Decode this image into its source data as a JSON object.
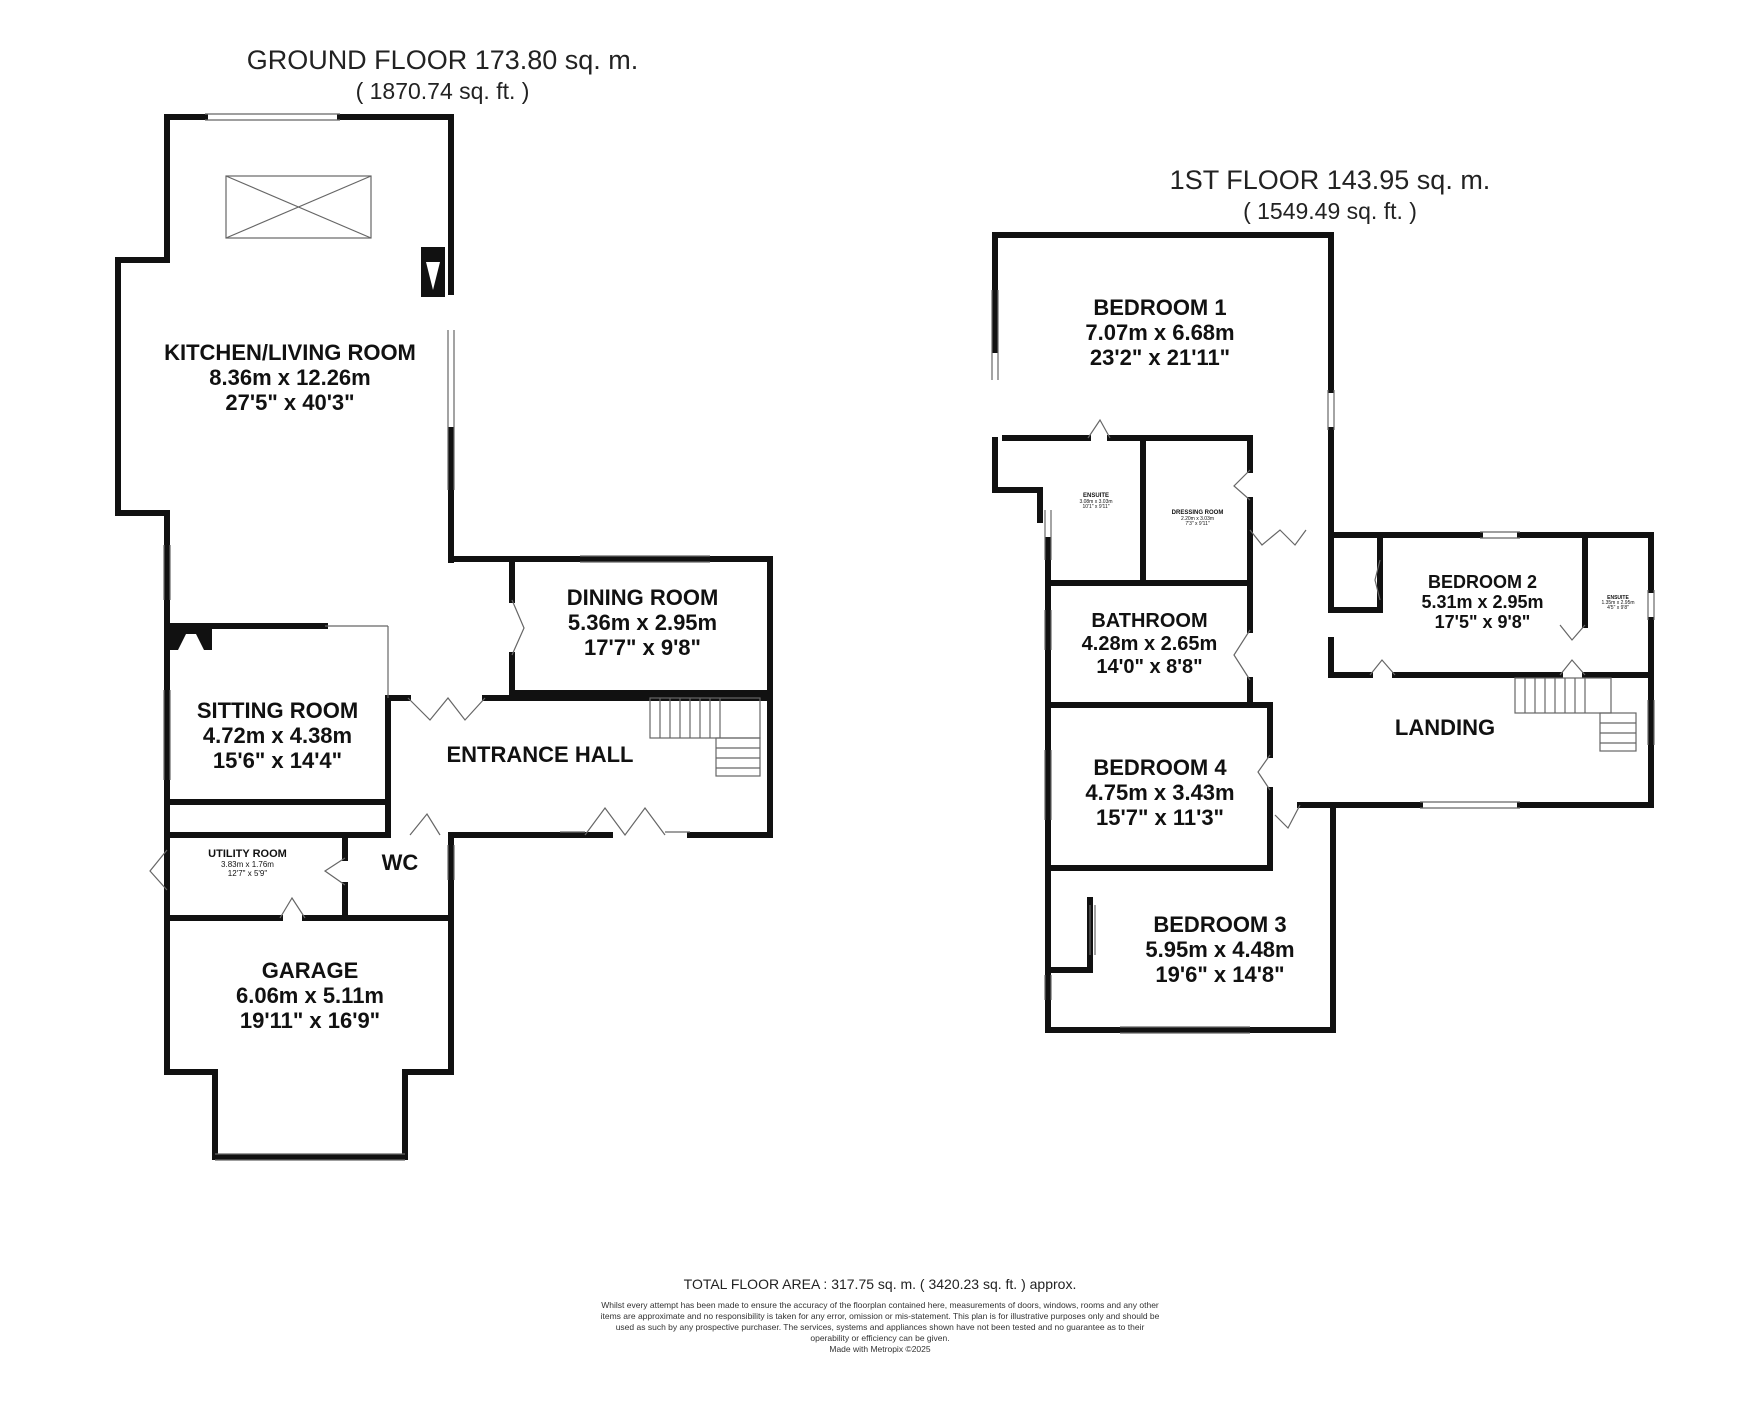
{
  "ground_floor": {
    "title": "GROUND FLOOR 173.80 sq. m.",
    "subtitle": "( 1870.74 sq. ft. )",
    "rooms": {
      "kitchen": {
        "name": "KITCHEN/LIVING ROOM",
        "metric": "8.36m x 12.26m",
        "imperial": "27'5\" x 40'3\""
      },
      "dining": {
        "name": "DINING ROOM",
        "metric": "5.36m x 2.95m",
        "imperial": "17'7\" x 9'8\""
      },
      "sitting": {
        "name": "SITTING ROOM",
        "metric": "4.72m x 4.38m",
        "imperial": "15'6\" x 14'4\""
      },
      "entrance": {
        "name": "ENTRANCE HALL"
      },
      "utility": {
        "name": "UTILITY ROOM",
        "metric": "3.83m x 1.76m",
        "imperial": "12'7\" x 5'9\""
      },
      "wc": {
        "name": "WC"
      },
      "garage": {
        "name": "GARAGE",
        "metric": "6.06m x 5.11m",
        "imperial": "19'11\" x 16'9\""
      }
    }
  },
  "first_floor": {
    "title": "1ST FLOOR 143.95 sq. m.",
    "subtitle": "( 1549.49 sq. ft. )",
    "rooms": {
      "bedroom1": {
        "name": "BEDROOM 1",
        "metric": "7.07m x 6.68m",
        "imperial": "23'2\" x 21'11\""
      },
      "ensuite1": {
        "name": "ENSUITE",
        "metric": "3.08m x 3.03m",
        "imperial": "10'1\" x 9'11\""
      },
      "dressing": {
        "name": "DRESSING ROOM",
        "metric": "2.20m x 3.03m",
        "imperial": "7'3\" x 9'11\""
      },
      "bedroom2": {
        "name": "BEDROOM 2",
        "metric": "5.31m x 2.95m",
        "imperial": "17'5\" x 9'8\""
      },
      "ensuite2": {
        "name": "ENSUITE",
        "metric": "1.35m x 2.95m",
        "imperial": "4'5\" x 9'8\""
      },
      "bathroom": {
        "name": "BATHROOM",
        "metric": "4.28m x 2.65m",
        "imperial": "14'0\" x 8'8\""
      },
      "landing": {
        "name": "LANDING"
      },
      "bedroom4": {
        "name": "BEDROOM 4",
        "metric": "4.75m x 3.43m",
        "imperial": "15'7\" x 11'3\""
      },
      "bedroom3": {
        "name": "BEDROOM 3",
        "metric": "5.95m x 4.48m",
        "imperial": "19'6\" x 14'8\""
      }
    }
  },
  "footer": {
    "total": "TOTAL FLOOR AREA : 317.75 sq. m. ( 3420.23 sq. ft. ) approx.",
    "disclaimer": "Whilst every attempt has been made to ensure the accuracy of the floorplan contained here, measurements of doors, windows, rooms and any other items are approximate and no responsibility is taken for any error, omission or mis-statement. This plan is for illustrative purposes only and should be used as such by any prospective purchaser. The services, systems and appliances shown have not been tested and no guarantee as to their operability or efficiency can be given.",
    "made_with": "Made with Metropix ©2025"
  }
}
